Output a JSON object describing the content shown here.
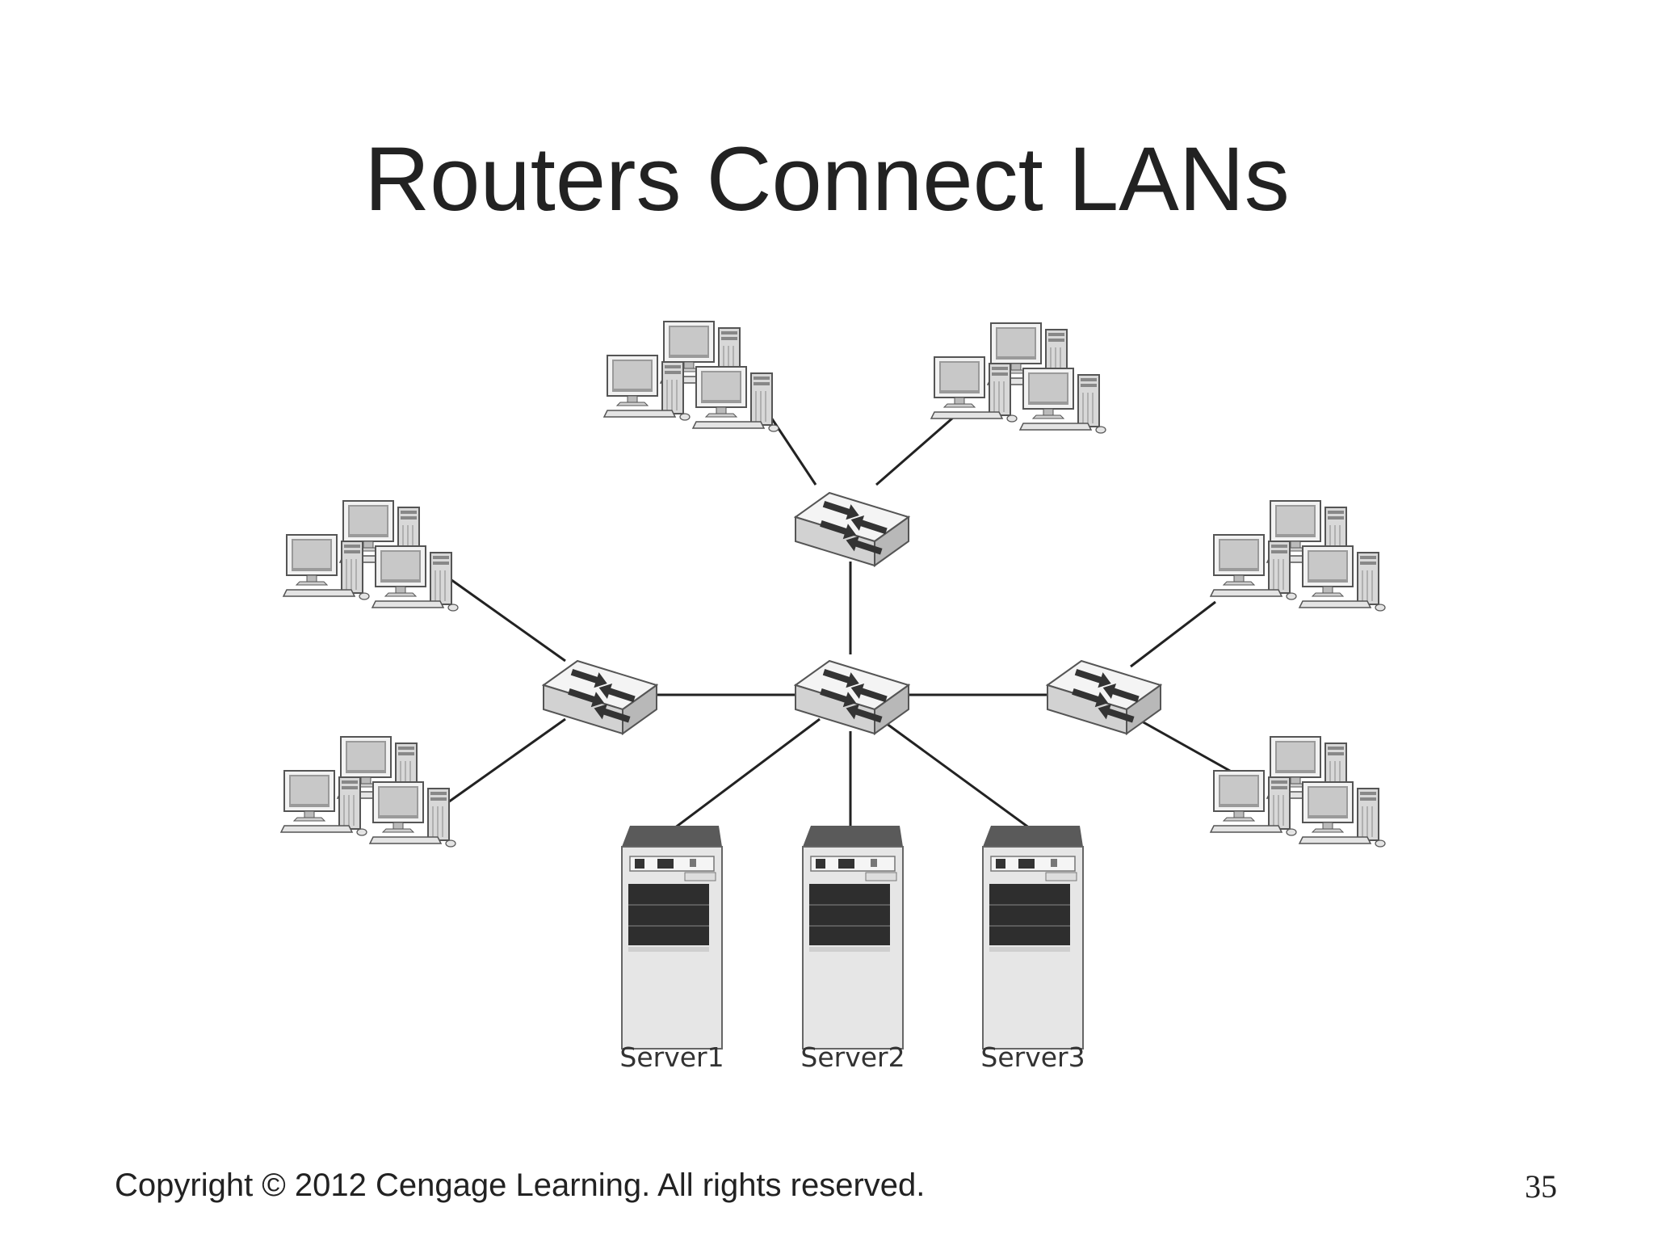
{
  "slide": {
    "title": "Routers Connect LANs",
    "copyright": "Copyright © 2012 Cengage Learning. All rights reserved.",
    "page_number": "35"
  },
  "diagram": {
    "nodes": [
      {
        "id": "switch-center",
        "kind": "switch"
      },
      {
        "id": "switch-top",
        "kind": "switch"
      },
      {
        "id": "switch-left",
        "kind": "switch"
      },
      {
        "id": "switch-right",
        "kind": "switch"
      },
      {
        "id": "workgroup-top-left",
        "kind": "workstation-group"
      },
      {
        "id": "workgroup-top-right",
        "kind": "workstation-group"
      },
      {
        "id": "workgroup-left-upper",
        "kind": "workstation-group"
      },
      {
        "id": "workgroup-left-lower",
        "kind": "workstation-group"
      },
      {
        "id": "workgroup-right-upper",
        "kind": "workstation-group"
      },
      {
        "id": "workgroup-right-lower",
        "kind": "workstation-group"
      },
      {
        "id": "server-1",
        "kind": "server",
        "label": "Server1"
      },
      {
        "id": "server-2",
        "kind": "server",
        "label": "Server2"
      },
      {
        "id": "server-3",
        "kind": "server",
        "label": "Server3"
      }
    ],
    "edges": [
      [
        "workgroup-top-left",
        "switch-top"
      ],
      [
        "workgroup-top-right",
        "switch-top"
      ],
      [
        "switch-top",
        "switch-center"
      ],
      [
        "switch-left",
        "switch-center"
      ],
      [
        "switch-right",
        "switch-center"
      ],
      [
        "workgroup-left-upper",
        "switch-left"
      ],
      [
        "workgroup-left-lower",
        "switch-left"
      ],
      [
        "workgroup-right-upper",
        "switch-right"
      ],
      [
        "workgroup-right-lower",
        "switch-right"
      ],
      [
        "switch-center",
        "server-1"
      ],
      [
        "switch-center",
        "server-2"
      ],
      [
        "switch-center",
        "server-3"
      ]
    ]
  }
}
